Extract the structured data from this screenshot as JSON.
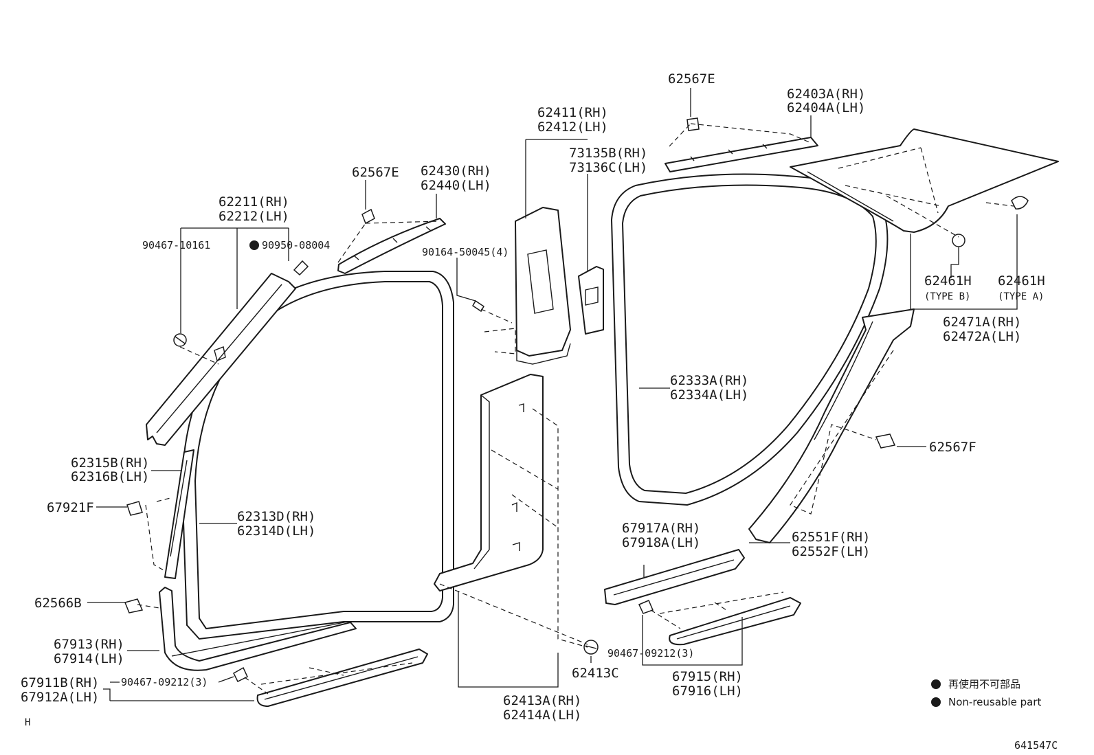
{
  "diagram": {
    "labels": {
      "front_pillar_garnish": [
        "62211(RH)",
        "62212(LH)"
      ],
      "clip_90467_10161": "90467-10161",
      "clip_90950_08004": "90950-08004",
      "clip_62567E_front": "62567E",
      "roof_side_garnish_front": [
        "62430(RH)",
        "62440(LH)"
      ],
      "center_pillar_upper": [
        "62411(RH)",
        "62412(LH)"
      ],
      "seat_belt_cover": [
        "73135B(RH)",
        "73136C(LH)"
      ],
      "screw_90164": "90164-50045(4)",
      "clip_62567E_rear": "62567E",
      "roof_side_garnish_rear": [
        "62403A(RH)",
        "62404A(LH)"
      ],
      "clip_62461H_b": [
        "62461H",
        "(TYPE B)"
      ],
      "clip_62461H_a": [
        "62461H",
        "(TYPE A)"
      ],
      "package_tray_side": [
        "62471A(RH)",
        "62472A(LH)"
      ],
      "rear_door_weatherstrip": [
        "62333A(RH)",
        "62334A(LH)"
      ],
      "clip_62567F": "62567F",
      "front_pillar_lower": [
        "62315B(RH)",
        "62316B(LH)"
      ],
      "clip_67921F": "67921F",
      "front_door_weatherstrip": [
        "62313D(RH)",
        "62314D(LH)"
      ],
      "clip_62566B": "62566B",
      "cowl_side_trim": [
        "67913(RH)",
        "67914(LH)"
      ],
      "front_scuff_plate": [
        "67911B(RH)",
        "67912A(LH)"
      ],
      "clip_90467_09212_front": "90467-09212(3)",
      "center_pillar_lower": [
        "62413A(RH)",
        "62414A(LH)"
      ],
      "clip_62413C": "62413C",
      "rear_scuff_inner": [
        "67917A(RH)",
        "67918A(LH)"
      ],
      "rear_scuff_plate": [
        "67915(RH)",
        "67916(LH)"
      ],
      "clip_90467_09212_rear": "90467-09212(3)",
      "quarter_trim": [
        "62551F(RH)",
        "62552F(LH)"
      ]
    },
    "legend": {
      "jp": "再使用不可部品",
      "en": "Non-reusable part"
    },
    "corner_mark": "H",
    "figure_id": "641547C"
  }
}
